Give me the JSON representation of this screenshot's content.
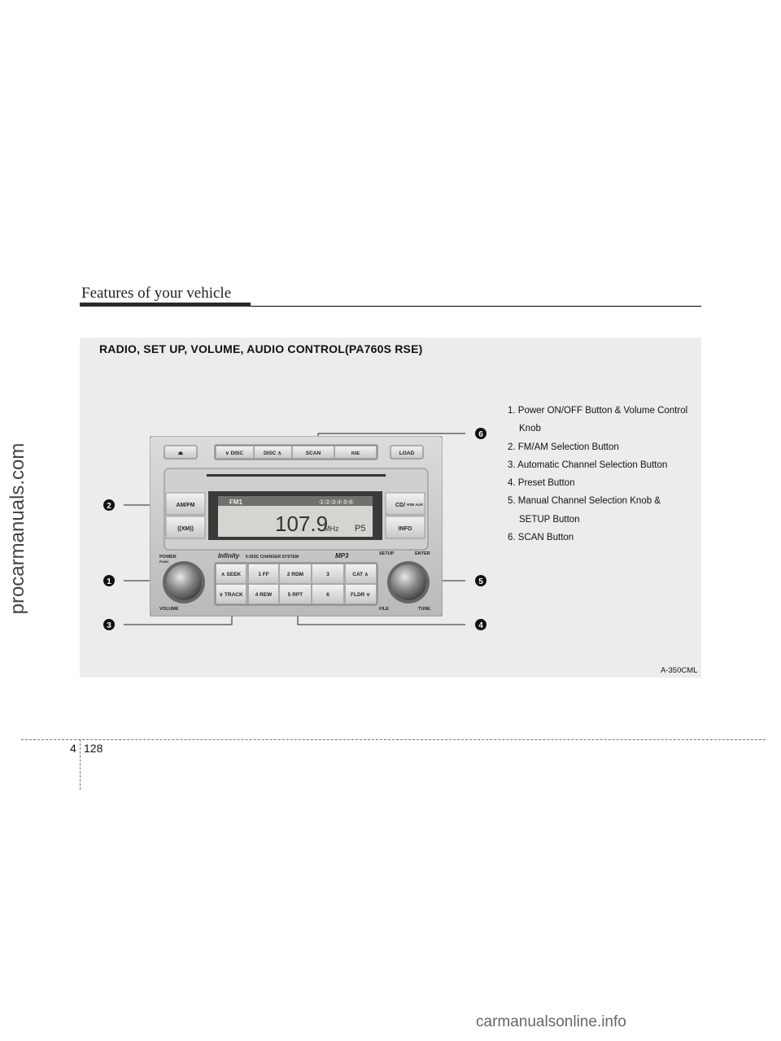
{
  "watermark_side": "procarmanuals.com",
  "header": {
    "title": "Features of your vehicle"
  },
  "figure": {
    "title": "RADIO, SET UP, VOLUME, AUDIO CONTROL(PA760S RSE)",
    "code": "A-350CML",
    "legend": [
      {
        "line": "1. Power ON/OFF Button & Volume Control",
        "cont": "Knob"
      },
      {
        "line": "2. FM/AM Selection Button"
      },
      {
        "line": "3. Automatic Channel Selection Button"
      },
      {
        "line": "4. Preset Button"
      },
      {
        "line": "5. Manual Channel Selection Knob &",
        "cont": "SETUP Button"
      },
      {
        "line": "6. SCAN Button"
      }
    ],
    "callouts": [
      "1",
      "2",
      "3",
      "4",
      "5",
      "6"
    ],
    "radio": {
      "buttons": {
        "eject": "⏏",
        "disc_down": "∨ DISC",
        "disc_up": "DISC ∧",
        "scan": "SCAN",
        "rse": "RSE",
        "load": "LOAD",
        "amfm": "AM/FM",
        "xm": "((XM))",
        "cd": "CD/",
        "rse_aux": "RSE AUX",
        "info": "INFO",
        "seek": "∧ SEEK",
        "track": "∨ TRACK",
        "p1": "1  FF",
        "p2": "2 RDM",
        "p3": "3",
        "p4": "4 REW",
        "p5": "5 RPT",
        "p6": "6",
        "cat": "CAT  ∧",
        "fldr": "FLDR ∨"
      },
      "display": {
        "band": "FM1",
        "presets": "①②③④⑤⑥",
        "freq": "107.9",
        "unit": "MHz",
        "preset": "P5"
      },
      "labels": {
        "power": "POWER",
        "push": "PUSH",
        "volume": "VOLUME",
        "brand": "Infinity",
        "changer": "6-DISC CHANGER SYSTEM",
        "mp3": "MP3",
        "setup": "SETUP",
        "enter": "ENTER",
        "file": "FILE",
        "tune": "TUNE"
      }
    }
  },
  "page": {
    "section": "4",
    "number": "128"
  },
  "watermark_footer": "carmanualsonline.info"
}
